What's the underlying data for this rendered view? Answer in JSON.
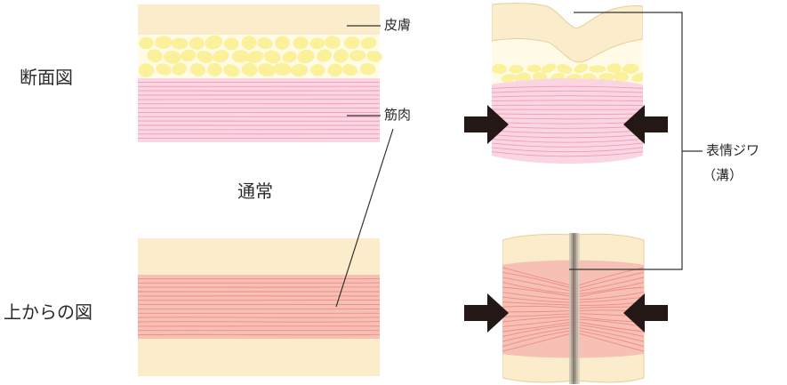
{
  "labels": {
    "cross_section": "断面図",
    "normal": "通常",
    "top_view": "上からの図",
    "skin": "皮膚",
    "muscle": "筋肉",
    "wrinkle": "表情ジワ",
    "groove": "（溝）"
  },
  "colors": {
    "skin": "#fbeccb",
    "skin_stroke": "#e6cf9c",
    "fat_background": "#fffbe6",
    "fat_blob": "#fbf19a",
    "muscle_section": "#f9d6e2",
    "muscle_section_lines": "#f29bb7",
    "muscle_top": "#f6c0b4",
    "muscle_top_lines": "#ef8a86",
    "arrow": "#231815",
    "leader_line": "#333333"
  }
}
